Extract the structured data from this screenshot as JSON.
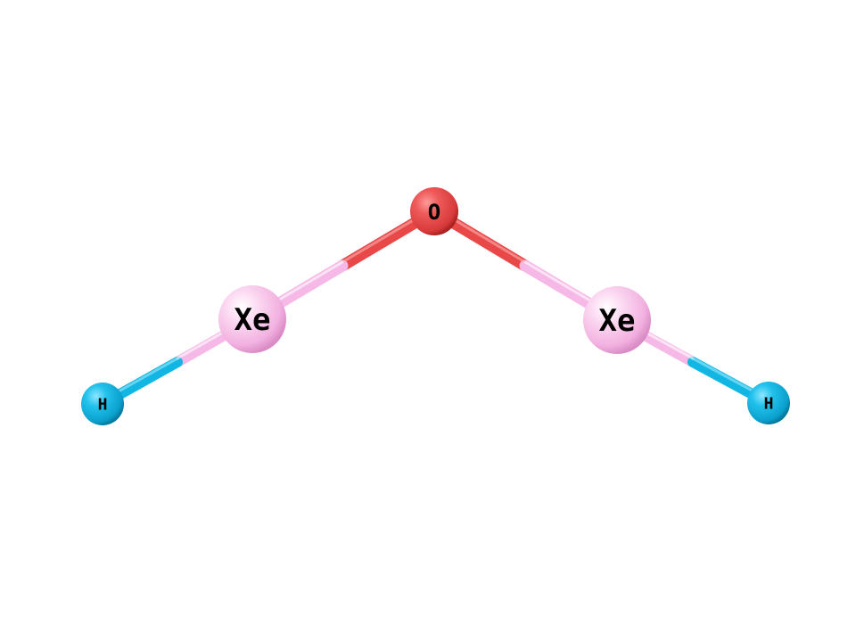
{
  "molecule": {
    "colors": {
      "xenon": "#f6b8e6",
      "oxygen": "#e84848",
      "hydrogen": "#12b6e2",
      "background": "#ffffff"
    },
    "atoms": [
      {
        "id": "o",
        "label": "O",
        "element": "oxygen"
      },
      {
        "id": "xe_left",
        "label": "Xe",
        "element": "xenon"
      },
      {
        "id": "xe_right",
        "label": "Xe",
        "element": "xenon"
      },
      {
        "id": "h_left",
        "label": "H",
        "element": "hydrogen"
      },
      {
        "id": "h_right",
        "label": "H",
        "element": "hydrogen"
      }
    ],
    "bonds": [
      [
        "o",
        "xe_left"
      ],
      [
        "o",
        "xe_right"
      ],
      [
        "xe_left",
        "h_left"
      ],
      [
        "xe_right",
        "h_right"
      ]
    ]
  }
}
